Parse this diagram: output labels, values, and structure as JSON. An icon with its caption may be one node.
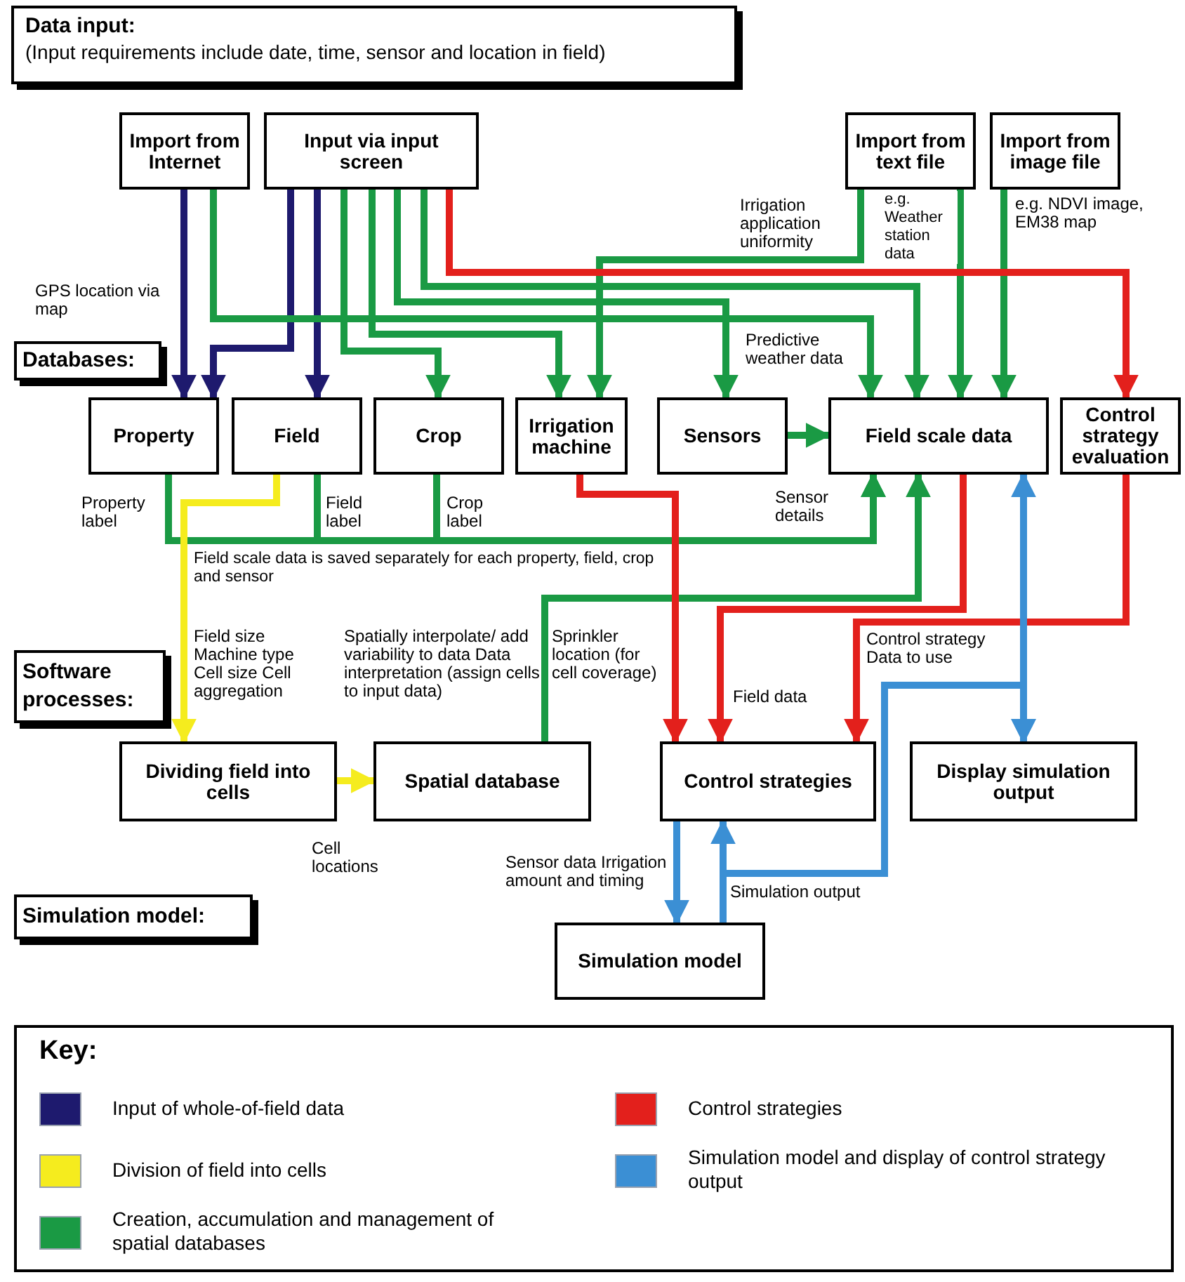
{
  "diagram": {
    "nodes": [
      {
        "text": [
          "Data input:",
          "(Input requirements include date, time, sensor and location in field)"
        ]
      },
      {
        "text": [
          "Import from Internet"
        ]
      },
      {
        "text": [
          "Input via input screen"
        ]
      },
      {
        "text": [
          "Import from text file"
        ]
      },
      {
        "text": [
          "Import from image file"
        ]
      },
      {
        "text": [
          "Databases:"
        ]
      },
      {
        "text": [
          "Property"
        ]
      },
      {
        "text": [
          "Field"
        ]
      },
      {
        "text": [
          "Crop"
        ]
      },
      {
        "text": [
          "Irrigation machine"
        ]
      },
      {
        "text": [
          "Sensors"
        ]
      },
      {
        "text": [
          "Field scale data"
        ]
      },
      {
        "text": [
          "Control strategy evaluation"
        ]
      },
      {
        "text": [
          "Software processes:"
        ]
      },
      {
        "text": [
          "Dividing field into cells"
        ]
      },
      {
        "text": [
          "Spatial database"
        ]
      },
      {
        "text": [
          "Control strategies"
        ]
      },
      {
        "text": [
          "Display simulation output"
        ]
      },
      {
        "text": [
          "Simulation model:"
        ]
      },
      {
        "text": [
          "Simulation model"
        ]
      }
    ],
    "edges": [
      {
        "from": 1,
        "to": 6,
        "arrow": "to",
        "label": "GPS location via map",
        "color": "#1e1a6e"
      },
      {
        "from": 2,
        "to": 6,
        "arrow": "to",
        "color": "#1e1a6e"
      },
      {
        "from": 2,
        "to": 7,
        "arrow": "to",
        "color": "#1e1a6e"
      },
      {
        "from": 1,
        "to": 11,
        "arrow": "to",
        "label": "Predictive weather data"
      },
      {
        "from": 2,
        "to": 8,
        "arrow": "to"
      },
      {
        "from": 2,
        "to": 9,
        "arrow": "to"
      },
      {
        "from": 2,
        "to": 10,
        "arrow": "to"
      },
      {
        "from": 2,
        "to": 11,
        "arrow": "to"
      },
      {
        "from": 3,
        "to": 9,
        "arrow": "to",
        "label": "Irrigation application uniformity"
      },
      {
        "from": 3,
        "to": 11,
        "arrow": "to",
        "label": "e.g. Weather station data"
      },
      {
        "from": 4,
        "to": 11,
        "arrow": "to",
        "label": "e.g. NDVI image, EM38 map"
      },
      {
        "from": 2,
        "to": 12,
        "arrow": "to",
        "color": "#e3201c"
      },
      {
        "from": 10,
        "to": 11,
        "arrow": "to"
      },
      {
        "from": 6,
        "to": 11,
        "arrow": "to",
        "label": "Property label"
      },
      {
        "from": 7,
        "to": 11,
        "arrow": "to",
        "label": "Field label"
      },
      {
        "from": 8,
        "to": 11,
        "arrow": "to",
        "label": "Crop label"
      },
      {
        "from": 7,
        "to": 14,
        "arrow": "to",
        "label": "Field size Machine type Cell size Cell aggregation",
        "color": "#f5ec1e"
      },
      {
        "from": 14,
        "to": 15,
        "arrow": "to",
        "label": "Cell locations",
        "color": "#f5ec1e"
      },
      {
        "from": 15,
        "to": 11,
        "arrow": "to",
        "label": "Sprinkler location (for cell coverage)"
      },
      {
        "from": 9,
        "to": 16,
        "arrow": "to",
        "color": "#e3201c"
      },
      {
        "from": 11,
        "to": 16,
        "arrow": "to",
        "label": "Field data",
        "color": "#e3201c"
      },
      {
        "from": 12,
        "to": 16,
        "arrow": "to",
        "label": "Control strategy Data to use",
        "color": "#e3201c"
      },
      {
        "from": 11,
        "to": 17,
        "arrow": "both",
        "color": "#3b8fd4"
      },
      {
        "from": 16,
        "to": 19,
        "arrow": "to",
        "label": "Sensor data Irrigation amount and timing",
        "color": "#3b8fd4"
      },
      {
        "from": 19,
        "to": 16,
        "arrow": "to",
        "label": "Simulation output",
        "color": "#3b8fd4"
      },
      {
        "from": 19,
        "to": 17,
        "arrow": "to",
        "color": "#3b8fd4"
      }
    ],
    "labels": [
      "Sensor details",
      "Field scale data is saved separately for each property, field, crop and sensor",
      "Spatially interpolate/ add variability to data Data interpretation (assign cells to input data)",
      "Key:"
    ],
    "legend": [
      {
        "text": "Input of whole-of-field data",
        "color": "#1e1a6e"
      },
      {
        "text": "Division of field into cells",
        "color": "#f5ec1e"
      },
      {
        "text": "Creation, accumulation and management of spatial databases",
        "color": "#1a9a44"
      },
      {
        "text": "Control strategies",
        "color": "#e3201c"
      },
      {
        "text": "Simulation model and display of control strategy output",
        "color": "#3b8fd4"
      }
    ]
  }
}
